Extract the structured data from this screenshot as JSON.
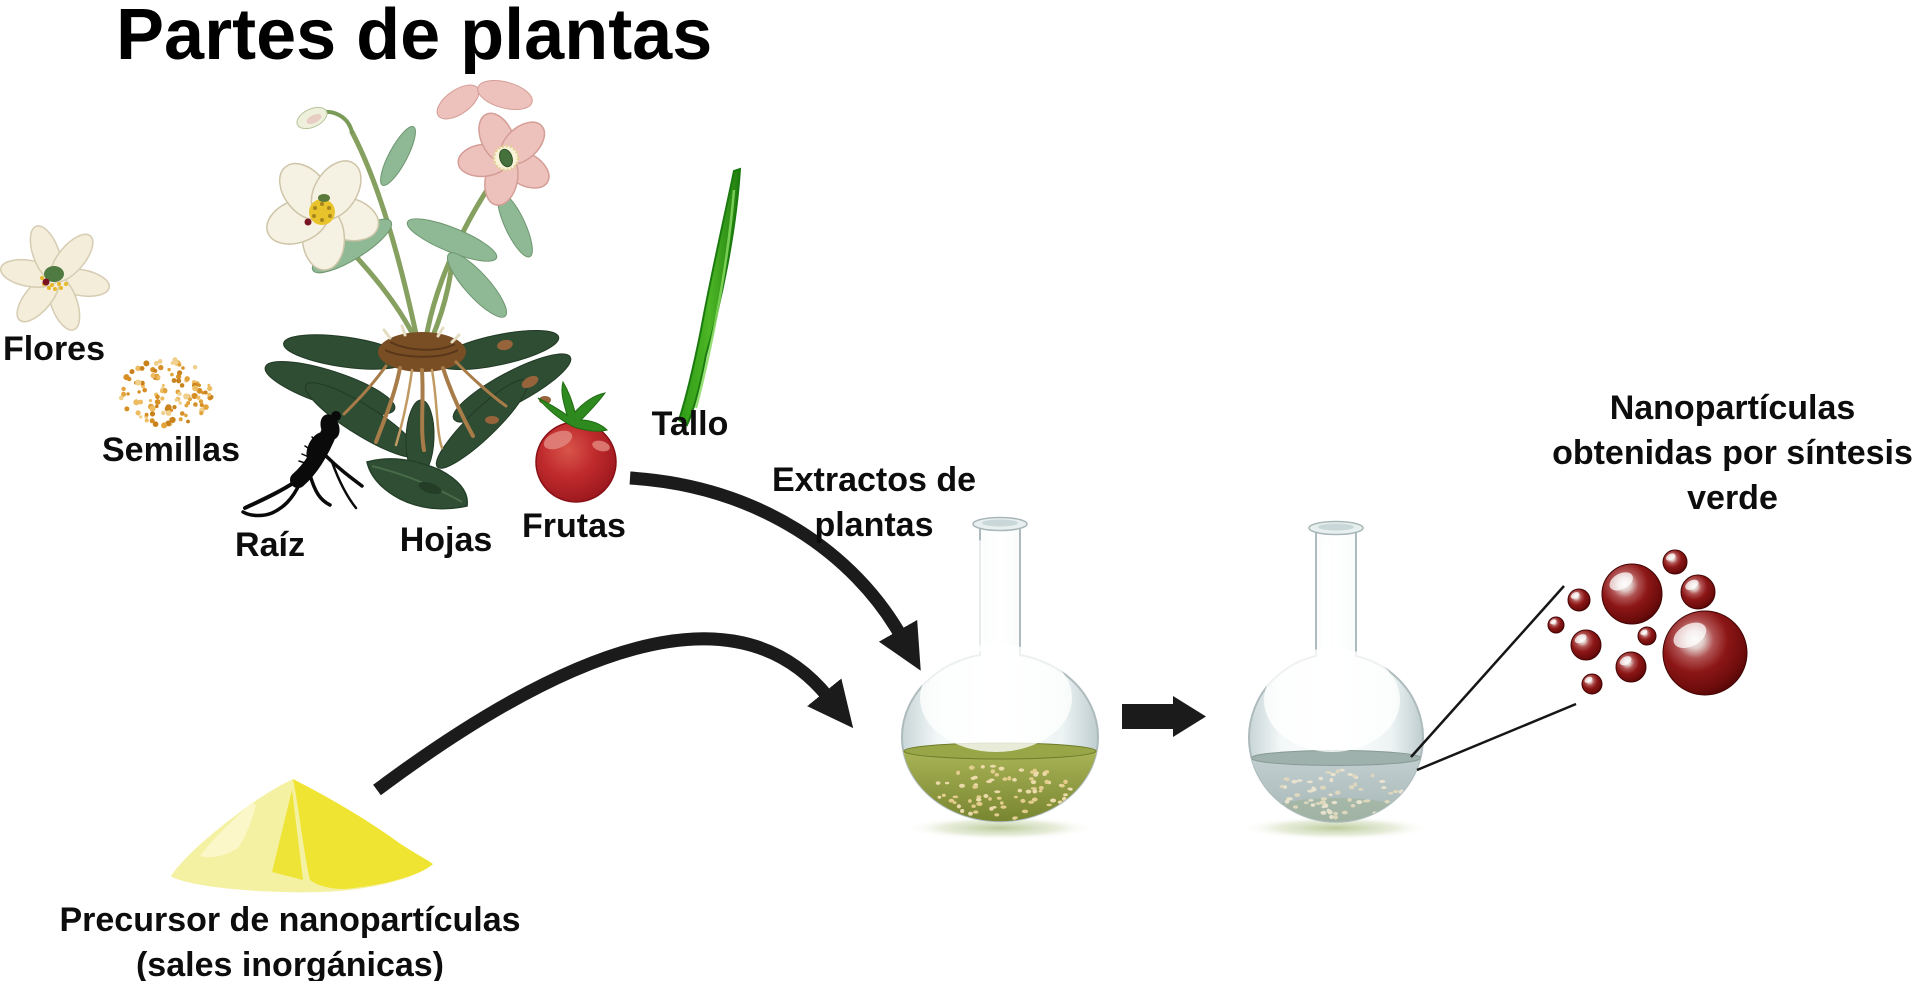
{
  "title": "Partes de plantas",
  "parts": {
    "flores": "Flores",
    "semillas": "Semillas",
    "raiz": "Raíz",
    "hojas": "Hojas",
    "frutas": "Frutas",
    "tallo": "Tallo"
  },
  "captions": {
    "extractos": "Extractos de plantas",
    "nanoparticulas": "Nanopartículas obtenidas por síntesis verde",
    "precursor": "Precursor de nanopartículas (sales inorgánicas)"
  },
  "colors": {
    "arrow_black": "#1b1b1b",
    "text_black": "#0d0d0d",
    "nanoparticle_red": "#8c1616",
    "precursor_yellow": "#efe431",
    "flask1_liquid_olive": "#919f42",
    "flask2_liquid_gray": "#a7b8b6",
    "seeds_orange": "#e2a33b"
  }
}
